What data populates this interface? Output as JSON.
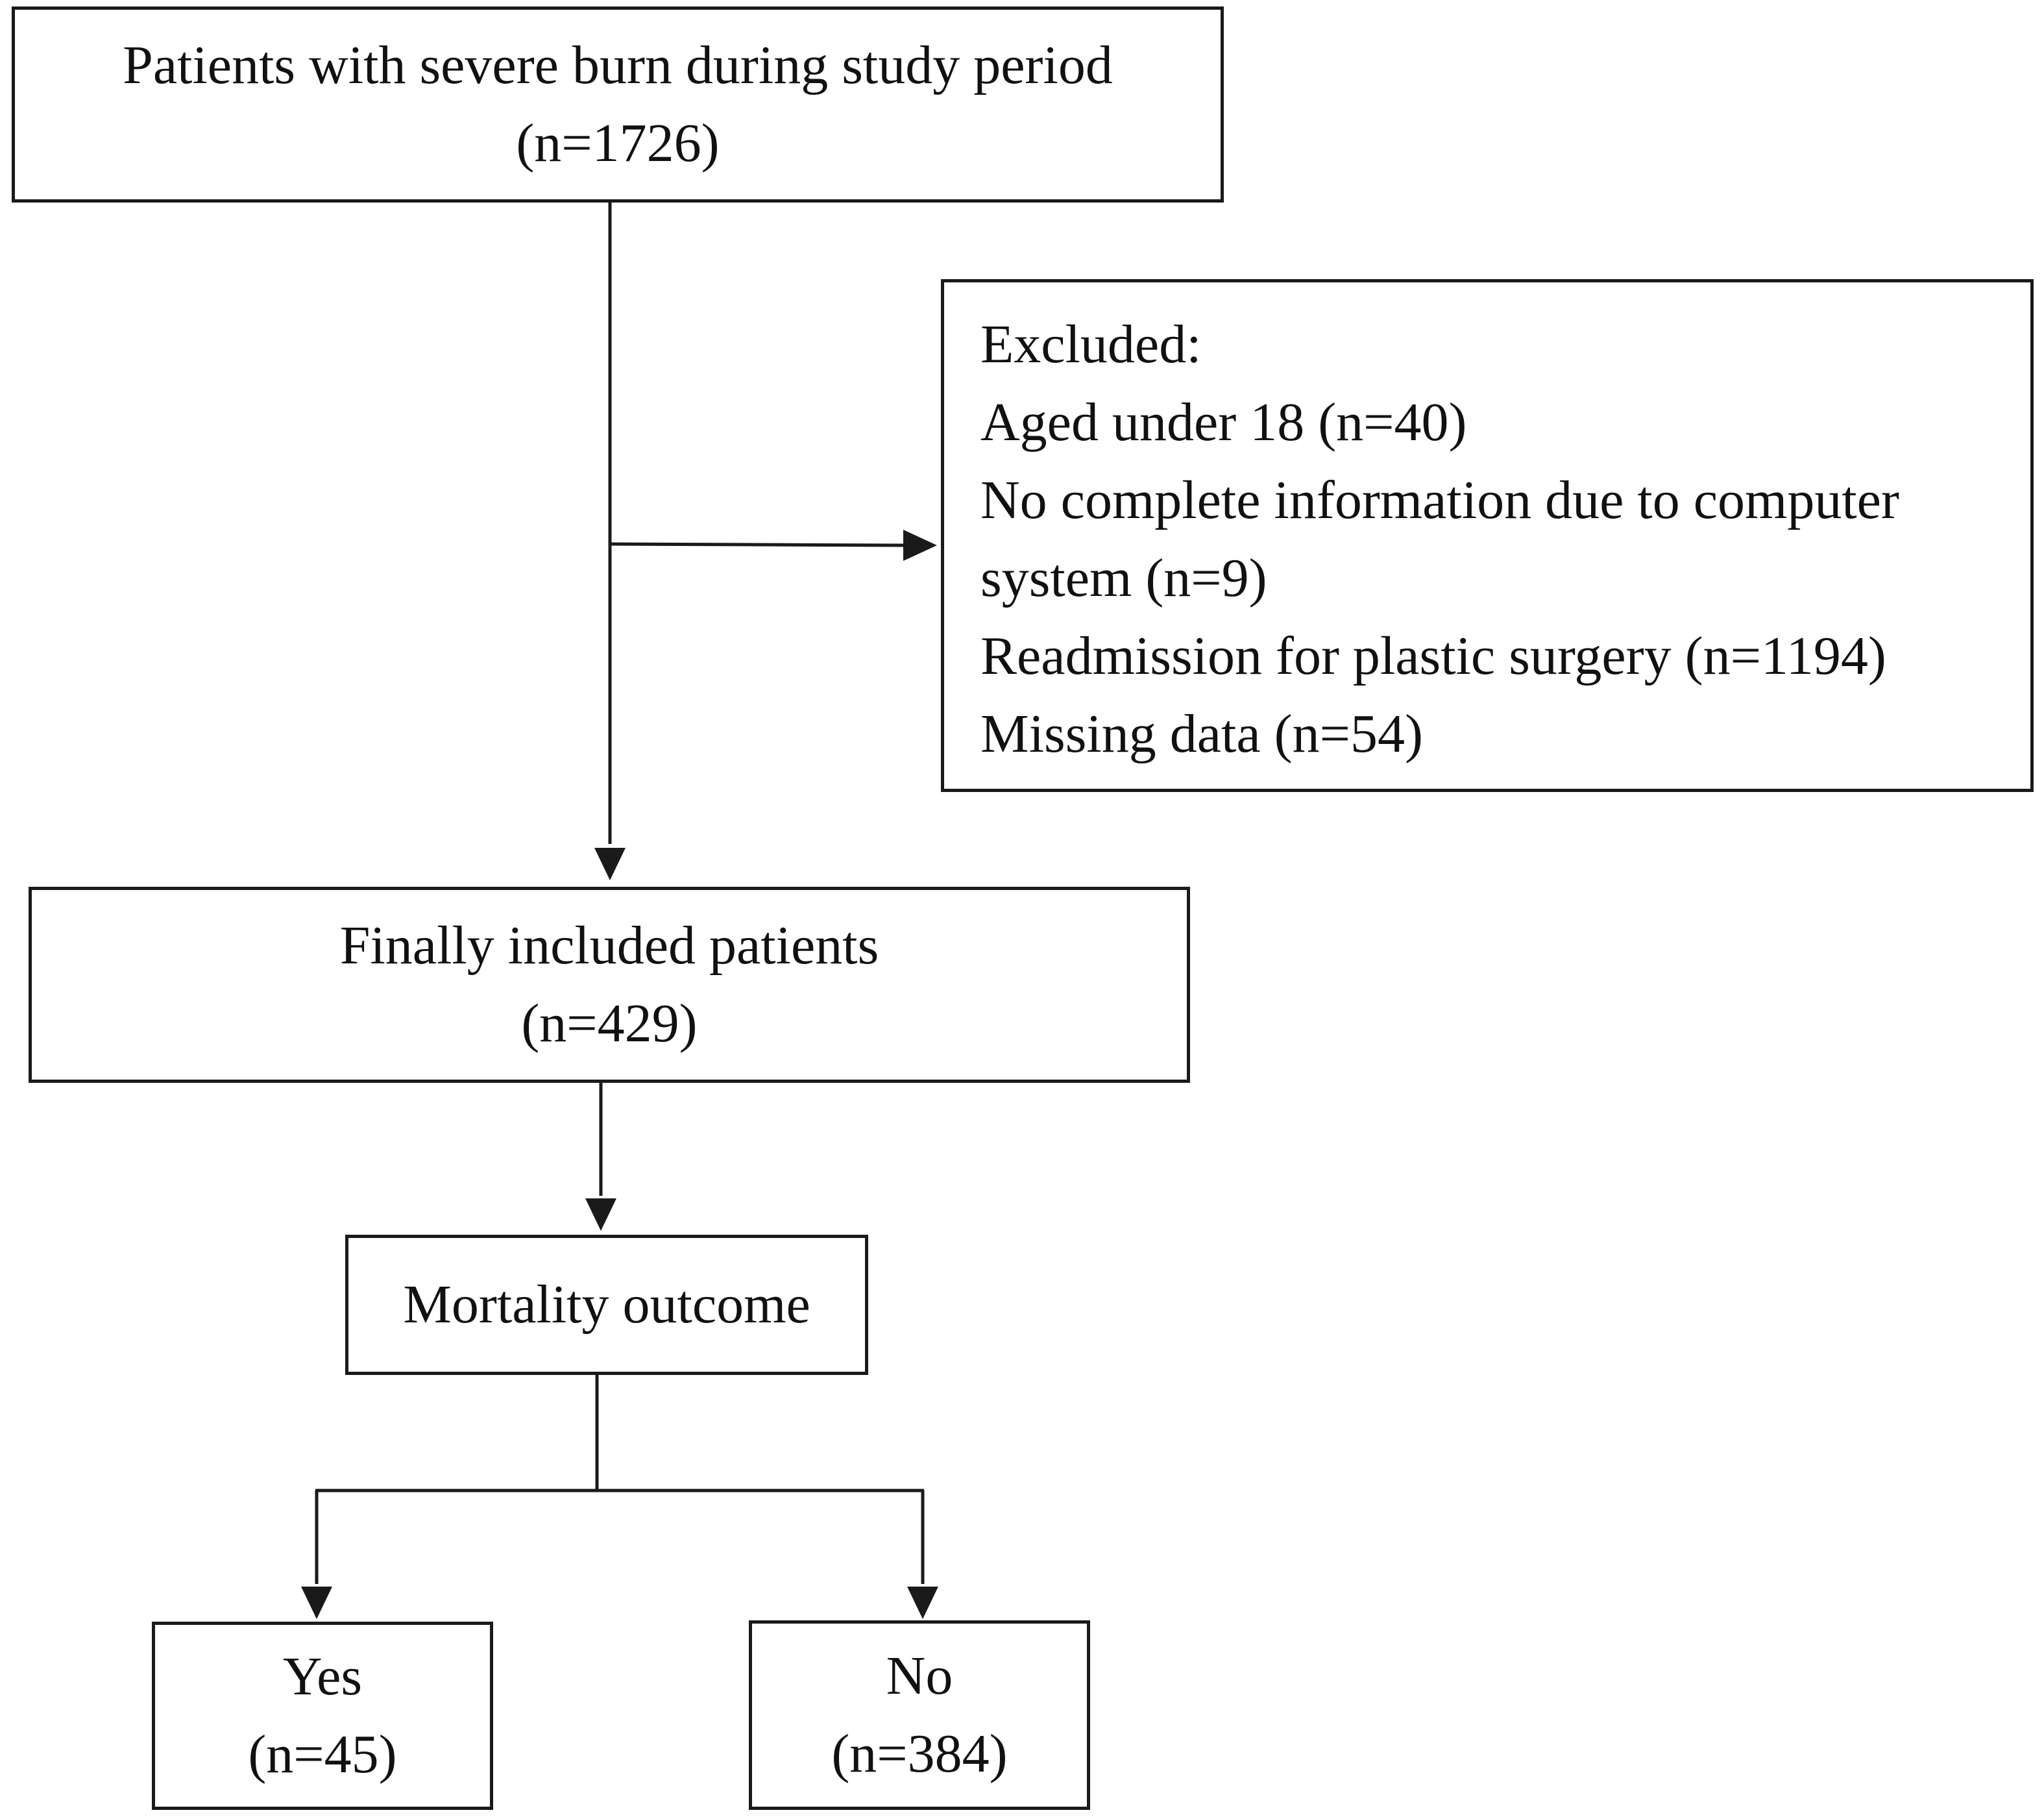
{
  "nodes": {
    "start": {
      "lines": [
        "Patients with severe burn during study period",
        "(n=1726)"
      ]
    },
    "excluded": {
      "lines": [
        "Excluded:",
        "Aged under 18 (n=40)",
        "No complete information due to computer",
        "system (n=9)",
        "Readmission for plastic surgery (n=1194)",
        "Missing data (n=54)"
      ]
    },
    "final": {
      "lines": [
        "Finally included patients",
        "(n=429)"
      ]
    },
    "outcome": {
      "lines": [
        "Mortality outcome"
      ]
    },
    "yes": {
      "lines": [
        "Yes",
        "(n=45)"
      ]
    },
    "no": {
      "lines": [
        "No",
        "(n=384)"
      ]
    }
  },
  "edges": [
    {
      "from": "start",
      "to": "final"
    },
    {
      "from": "start",
      "to": "excluded"
    },
    {
      "from": "final",
      "to": "outcome"
    },
    {
      "from": "outcome",
      "to": "yes"
    },
    {
      "from": "outcome",
      "to": "no"
    }
  ]
}
